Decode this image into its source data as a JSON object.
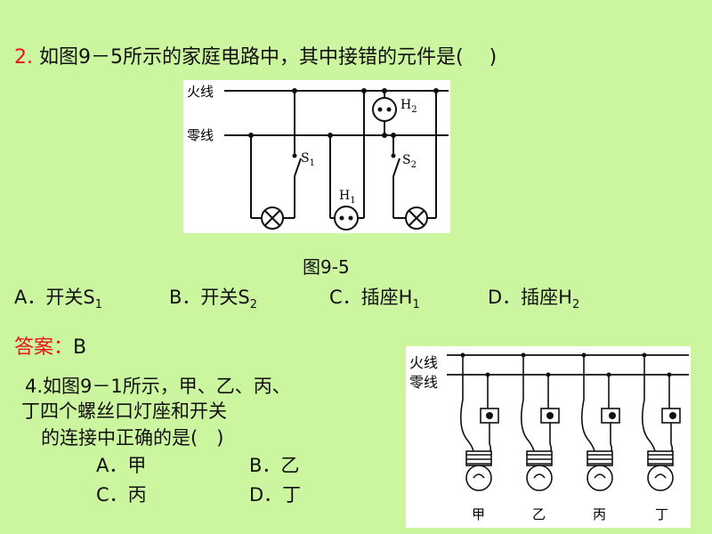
{
  "q2": {
    "number": "2.",
    "stem": "如图9－5所示的家庭电路中，其中接错的元件是(　 )",
    "figure": {
      "live_label": "火线",
      "neutral_label": "零线",
      "s1": "S",
      "s1_sub": "1",
      "s2": "S",
      "s2_sub": "2",
      "h1": "H",
      "h1_sub": "1",
      "h2": "H",
      "h2_sub": "2",
      "caption": "图9-5"
    },
    "options": [
      {
        "letter": "A．开关",
        "base": "S",
        "sub": "1"
      },
      {
        "letter": "B．开关",
        "base": "S",
        "sub": "2"
      },
      {
        "letter": "C．插座",
        "base": "H",
        "sub": "1"
      },
      {
        "letter": "D．插座",
        "base": "H",
        "sub": "2"
      }
    ],
    "answer_label": "答案：",
    "answer_value": "B"
  },
  "q4": {
    "line1": "4.如图9－1所示，甲、乙、丙、",
    "line2": "丁四个螺丝口灯座和开关",
    "line3": "的连接中正确的是(　)",
    "options": [
      "A．甲",
      "B．乙",
      "C．丙",
      "D．丁"
    ],
    "figure": {
      "live_label": "火线",
      "neutral_label": "零线",
      "lamp_labels": [
        "甲",
        "乙",
        "丙",
        "丁"
      ]
    }
  }
}
